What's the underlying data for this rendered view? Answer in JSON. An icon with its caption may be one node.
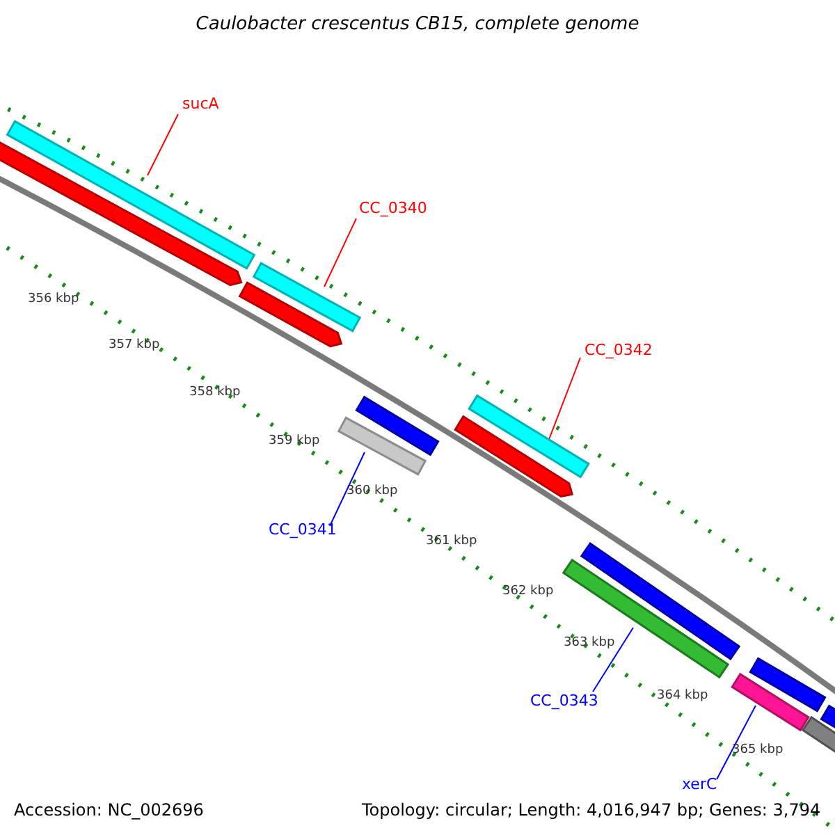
{
  "diagram": {
    "title": "Caulobacter crescentus CB15, complete genome",
    "nodes": [
      {
        "text": [
          "sucA"
        ]
      },
      {
        "text": [],
        "shape": "bar"
      },
      {
        "text": [
          "CC_0340"
        ]
      },
      {
        "text": [],
        "shape": "bar"
      },
      {
        "text": [
          "CC_0342"
        ]
      },
      {
        "text": [],
        "shape": "bar"
      },
      {
        "text": [
          "CC_0341"
        ]
      },
      {
        "text": [],
        "shape": "bar"
      },
      {
        "text": [
          "CC_0343"
        ]
      },
      {
        "text": [],
        "shape": "bar"
      },
      {
        "text": [
          "xerC"
        ]
      },
      {
        "text": [],
        "shape": "bar"
      }
    ],
    "edges": [
      {
        "from": 0,
        "to": 1,
        "arrow": "none"
      },
      {
        "from": 2,
        "to": 3,
        "arrow": "none"
      },
      {
        "from": 4,
        "to": 5,
        "arrow": "none"
      },
      {
        "from": 6,
        "to": 7,
        "arrow": "none",
        "color": "#0000ff"
      },
      {
        "from": 8,
        "to": 9,
        "arrow": "none",
        "color": "#0000ff"
      },
      {
        "from": 10,
        "to": 11,
        "arrow": "none",
        "color": "#0000ff"
      }
    ],
    "labels": [
      "356 kbp",
      "357 kbp",
      "358 kbp",
      "359 kbp",
      "360 kbp",
      "361 kbp",
      "362 kbp",
      "363 kbp",
      "364 kbp",
      "365 kbp",
      "Accession: NC_002696",
      "Topology: circular; Length: 4,016,947 bp; Genes: 3,794"
    ]
  }
}
